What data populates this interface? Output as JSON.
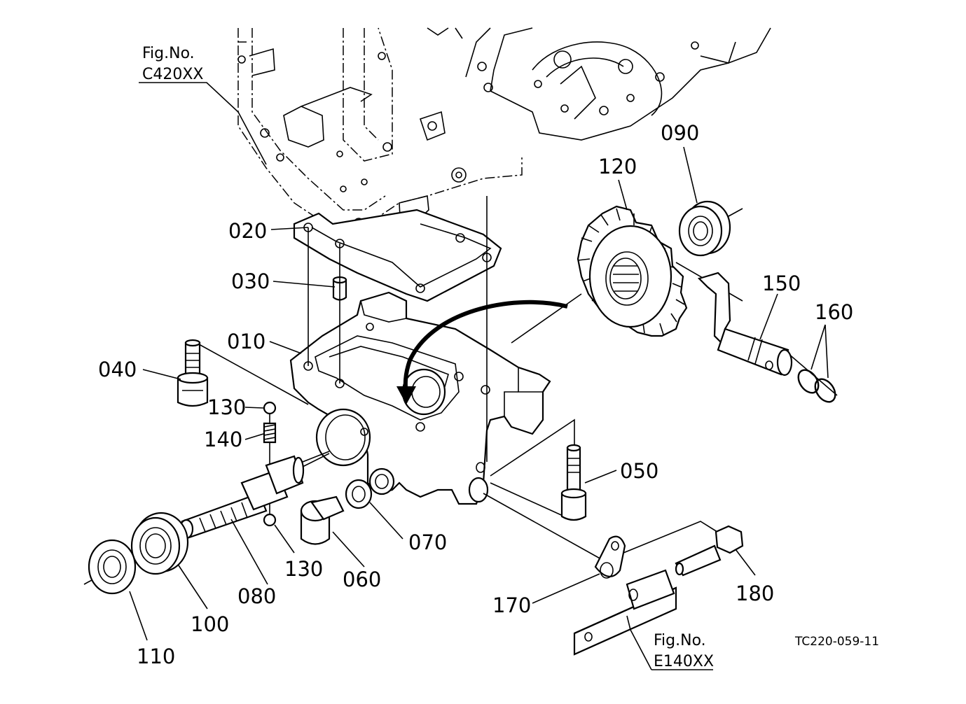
{
  "figure_refs": [
    {
      "label": "Fig.No.",
      "code": "C420XX"
    },
    {
      "label": "Fig.No.",
      "code": "E140XX"
    }
  ],
  "drawing_code": "TC220-059-11",
  "parts": [
    "020",
    "030",
    "010",
    "040",
    "130",
    "140",
    "130",
    "080",
    "100",
    "110",
    "060",
    "070",
    "050",
    "170",
    "180",
    "120",
    "090",
    "150",
    "160"
  ]
}
